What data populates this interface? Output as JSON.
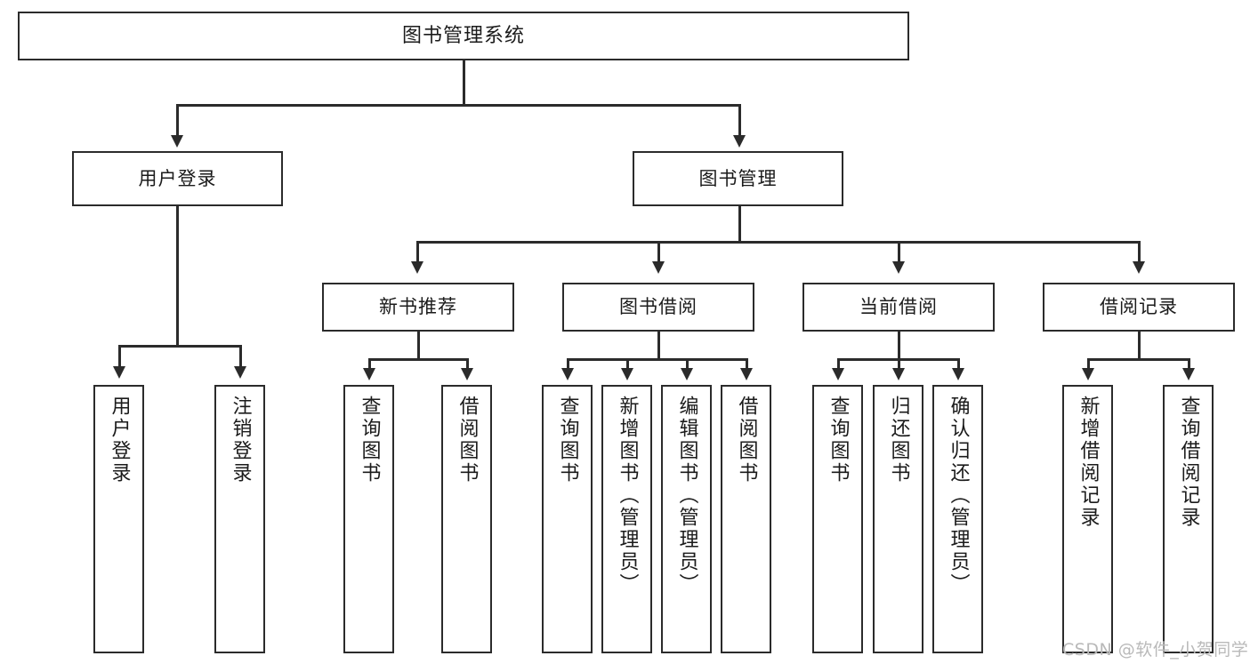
{
  "diagram": {
    "title": "图书管理系统",
    "type": "hierarchy-tree",
    "watermark": "CSDN @软件_小贺同学",
    "colors": {
      "stroke": "#2b2b2b",
      "fill": "#ffffff",
      "text": "#1b1b1b",
      "watermark": "#b9b9b9"
    },
    "levels": {
      "root": {
        "label": "图书管理系统"
      },
      "level2": [
        {
          "label": "用户登录"
        },
        {
          "label": "图书管理"
        }
      ],
      "level3": [
        {
          "label": "新书推荐"
        },
        {
          "label": "图书借阅"
        },
        {
          "label": "当前借阅"
        },
        {
          "label": "借阅记录"
        }
      ],
      "leaves": {
        "user_login": [
          {
            "label": "用户登录"
          },
          {
            "label": "注销登录"
          }
        ],
        "new_book_recommend": [
          {
            "label": "查询图书"
          },
          {
            "label": "借阅图书"
          }
        ],
        "book_borrow": [
          {
            "label": "查询图书"
          },
          {
            "label": "新增图书（管理员）"
          },
          {
            "label": "编辑图书（管理员）"
          },
          {
            "label": "借阅图书"
          }
        ],
        "current_borrow": [
          {
            "label": "查询图书"
          },
          {
            "label": "归还图书"
          },
          {
            "label": "确认归还（管理员）"
          }
        ],
        "borrow_record": [
          {
            "label": "新增借阅记录"
          },
          {
            "label": "查询借阅记录"
          }
        ]
      }
    }
  }
}
